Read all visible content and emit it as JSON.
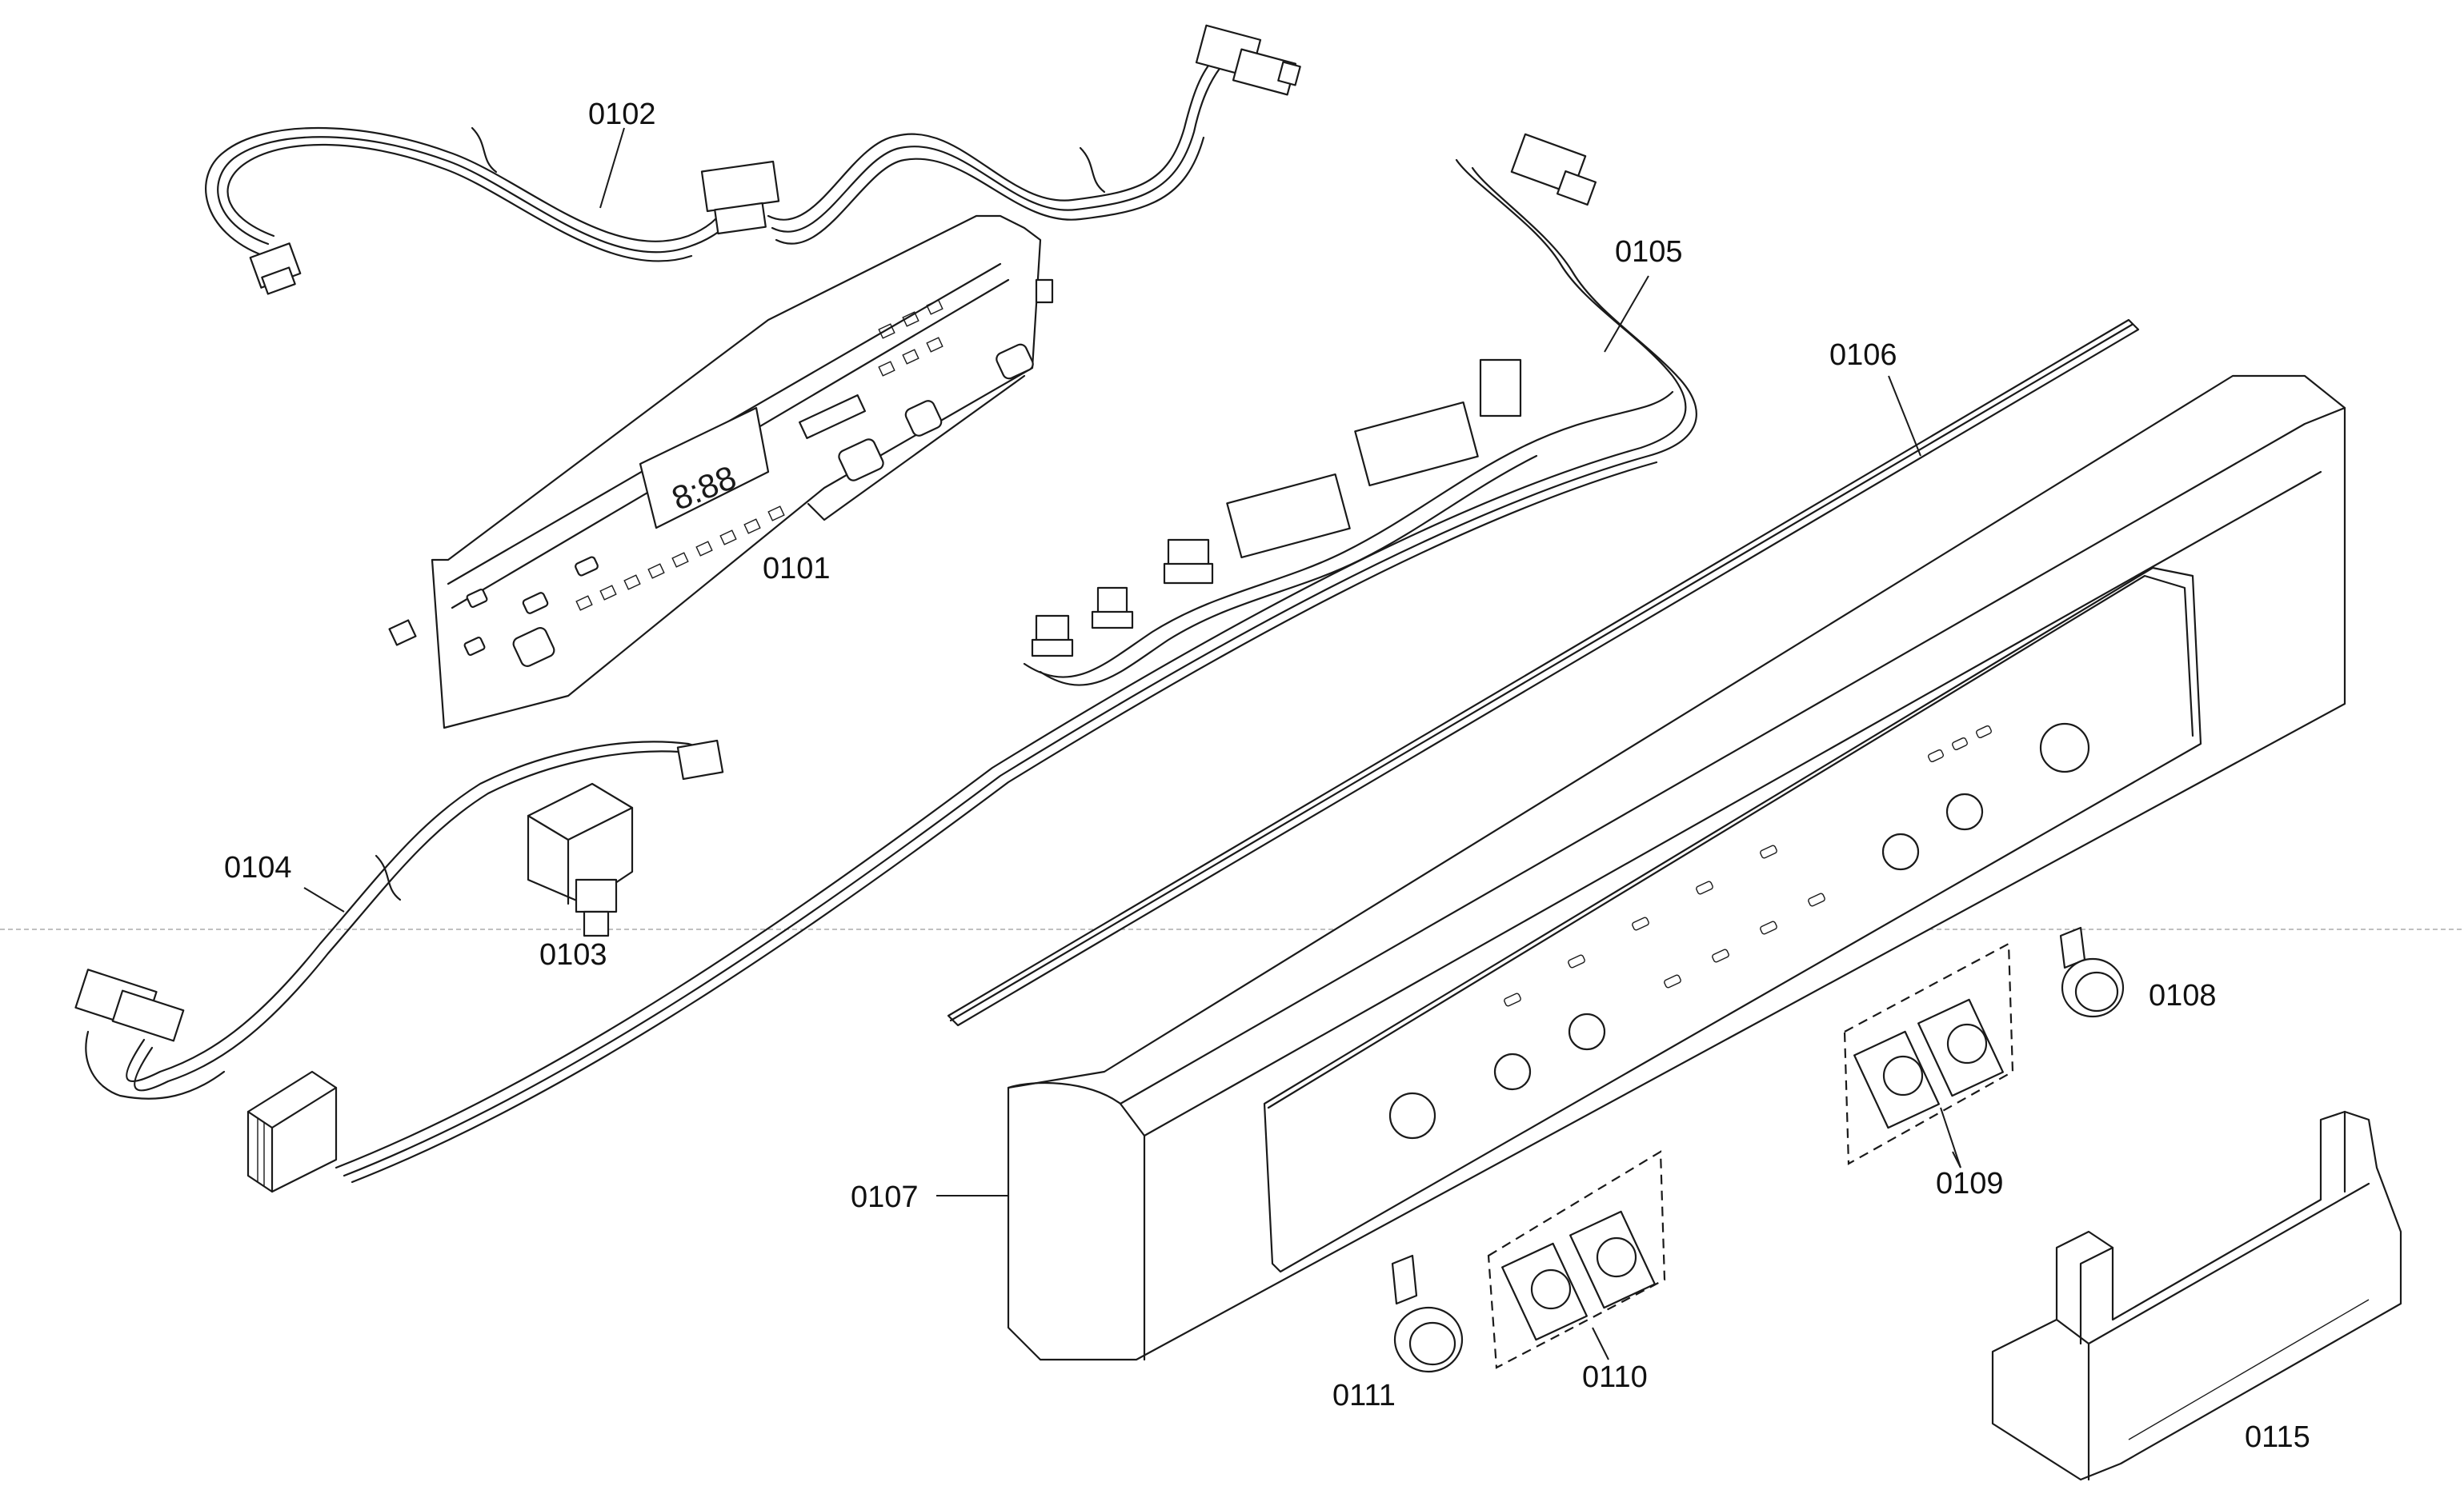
{
  "diagram": {
    "parts": [
      {
        "id": "0101",
        "label": "0101"
      },
      {
        "id": "0102",
        "label": "0102"
      },
      {
        "id": "0103",
        "label": "0103"
      },
      {
        "id": "0104",
        "label": "0104"
      },
      {
        "id": "0105",
        "label": "0105"
      },
      {
        "id": "0106",
        "label": "0106"
      },
      {
        "id": "0107",
        "label": "0107"
      },
      {
        "id": "0108",
        "label": "0108"
      },
      {
        "id": "0109",
        "label": "0109"
      },
      {
        "id": "0110",
        "label": "0110"
      },
      {
        "id": "0111",
        "label": "0111"
      },
      {
        "id": "0115",
        "label": "0115"
      }
    ],
    "display_readout": "8:88"
  }
}
